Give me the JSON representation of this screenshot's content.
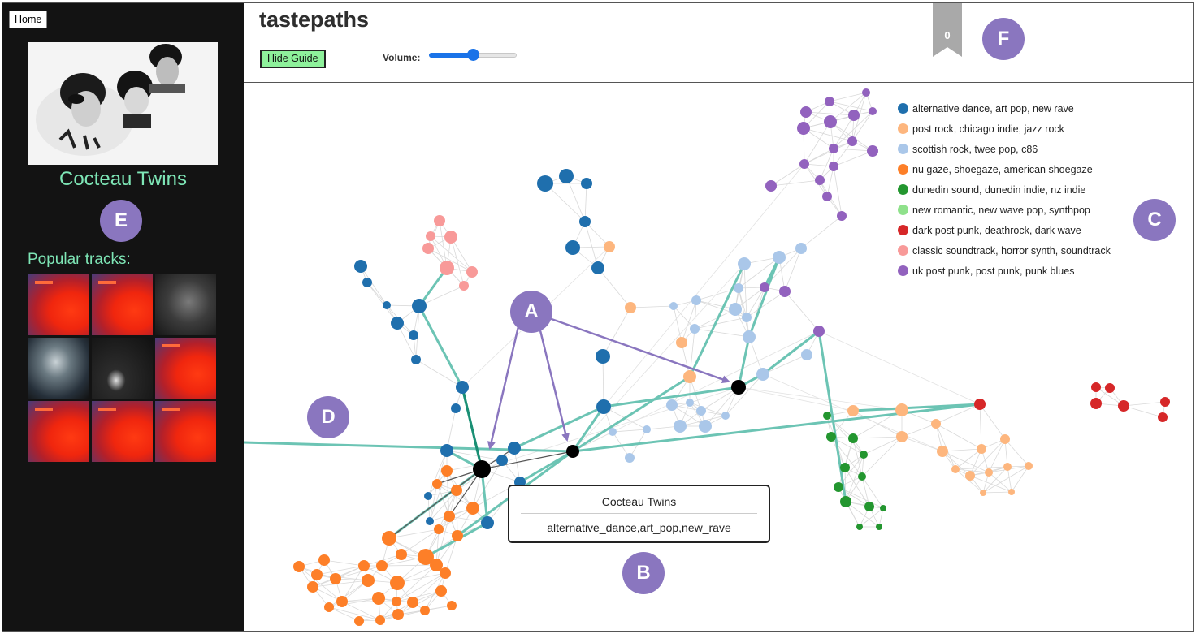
{
  "sidebar": {
    "home_label": "Home",
    "artist_name": "Cocteau Twins",
    "popular_tracks_label": "Popular tracks:",
    "tracks": [
      "red",
      "red",
      "dark1",
      "dark2",
      "dark3",
      "red",
      "red",
      "red",
      "red"
    ]
  },
  "header": {
    "title": "tastepaths",
    "guide_button": "Hide Guide",
    "volume_label": "Volume:",
    "volume_level": 0.5,
    "bookmark_count": "0"
  },
  "legend": [
    {
      "label": "alternative dance, art pop, new rave",
      "color": "#1f6fad"
    },
    {
      "label": "post rock, chicago indie, jazz rock",
      "color": "#fdb67e"
    },
    {
      "label": "scottish rock, twee pop, c86",
      "color": "#aac7e9"
    },
    {
      "label": "nu gaze, shoegaze, american shoegaze",
      "color": "#fd7f28"
    },
    {
      "label": "dunedin sound, dunedin indie, nz indie",
      "color": "#23962f"
    },
    {
      "label": "new romantic, new wave pop, synthpop",
      "color": "#8fe18b"
    },
    {
      "label": "dark post punk, deathrock, dark wave",
      "color": "#d62728"
    },
    {
      "label": "classic soundtrack, horror synth, soundtrack",
      "color": "#f89a99"
    },
    {
      "label": "uk post punk, post punk, punk blues",
      "color": "#9262be"
    }
  ],
  "tooltip": {
    "name": "Cocteau Twins",
    "genres": "alternative_dance,art_pop,new_rave"
  },
  "guides": [
    "A",
    "B",
    "C",
    "D",
    "E",
    "F"
  ]
}
